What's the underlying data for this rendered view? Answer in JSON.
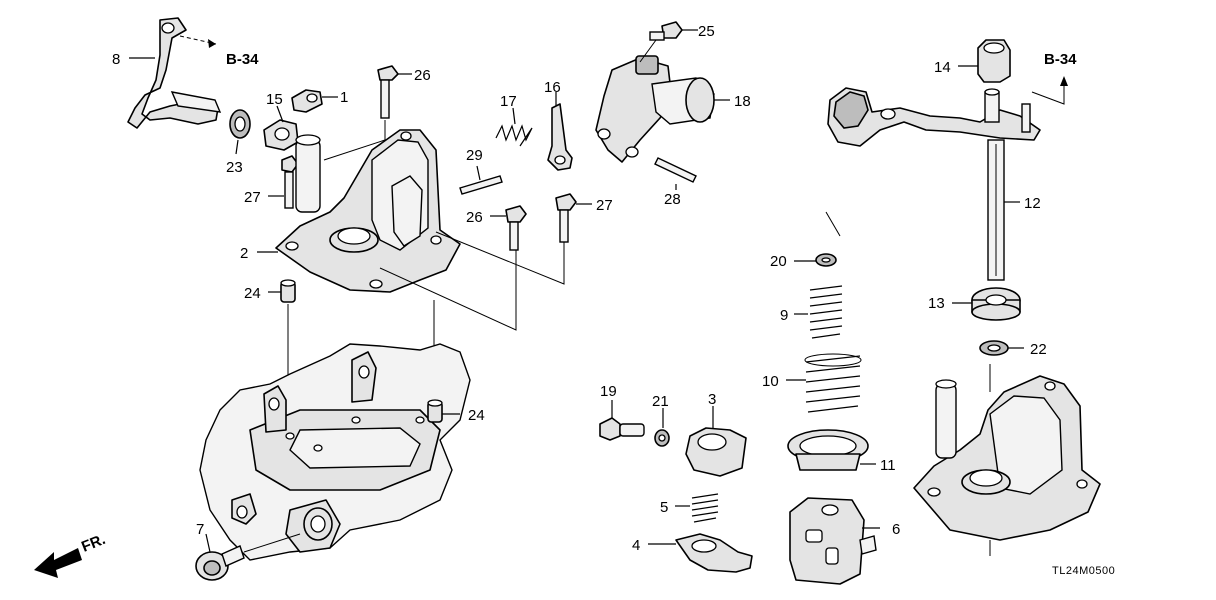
{
  "diagram_code": "TL24M0500",
  "direction_label": "FR.",
  "references": [
    "B-34",
    "B-34"
  ],
  "callouts": {
    "p1": "1",
    "p2": "2",
    "p3": "3",
    "p4": "4",
    "p5": "5",
    "p6": "6",
    "p7": "7",
    "p8": "8",
    "p9": "9",
    "p10": "10",
    "p11": "11",
    "p12": "12",
    "p13": "13",
    "p14": "14",
    "p15": "15",
    "p16": "16",
    "p17": "17",
    "p18": "18",
    "p19": "19",
    "p20": "20",
    "p21": "21",
    "p22": "22",
    "p23": "23",
    "p24a": "24",
    "p24b": "24",
    "p25": "25",
    "p26a": "26",
    "p26b": "26",
    "p27a": "27",
    "p27b": "27",
    "p28": "28",
    "p29": "29"
  }
}
